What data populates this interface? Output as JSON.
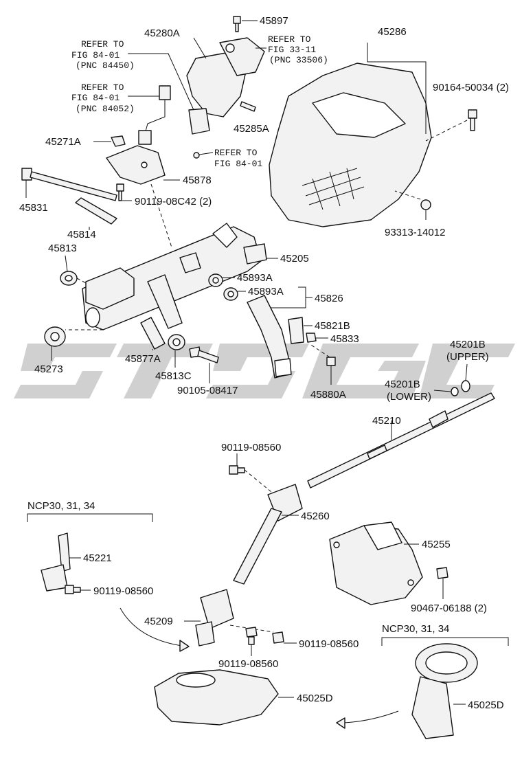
{
  "diagram_id": "452182-B",
  "watermark": {
    "color": "#c8c8c8"
  },
  "labels": {
    "p45897": "45897",
    "p45280A": "45280A",
    "p45286": "45286",
    "refer_1": "REFER TO",
    "refer_1_fig": "FIG 84-01",
    "refer_1_pnc": "(PNC 84450)",
    "refer_2": "REFER TO",
    "refer_2_fig": "FIG 33-11",
    "refer_2_pnc": "(PNC 33506)",
    "refer_3": "REFER TO",
    "refer_3_fig": "FIG 84-01",
    "refer_3_pnc": "(PNC 84052)",
    "refer_4": "REFER TO",
    "refer_4_fig": "FIG 84-01",
    "p90164": "90164-50034 (2)",
    "p45285A": "45285A",
    "p45271A": "45271A",
    "p45878": "45878",
    "p45831": "45831",
    "p90119_08C42": "90119-08C42 (2)",
    "p93313": "93313-14012",
    "p45814": "45814",
    "p45813": "45813",
    "p45205": "45205",
    "p45893A_1": "45893A",
    "p45893A_2": "45893A",
    "p45826": "45826",
    "p45821B": "45821B",
    "p45833": "45833",
    "p45201B_u": "45201B",
    "upper": "(UPPER)",
    "p45273": "45273",
    "p45877A": "45877A",
    "p45813C": "45813C",
    "p90105": "90105-08417",
    "p45880A": "45880A",
    "p45201B_l": "45201B",
    "lower": "(LOWER)",
    "p45210": "45210",
    "p90119_08560_a": "90119-08560",
    "ncp_1": "NCP30, 31, 34",
    "p45260": "45260",
    "p45221": "45221",
    "p45255": "45255",
    "p90119_08560_b": "90119-08560",
    "p90467": "90467-06188 (2)",
    "p45209": "45209",
    "ncp_2": "NCP30, 31, 34",
    "p90119_08560_c": "90119-08560",
    "p90119_08560_d": "90119-08560",
    "p45025D_1": "45025D",
    "p45025D_2": "45025D"
  }
}
